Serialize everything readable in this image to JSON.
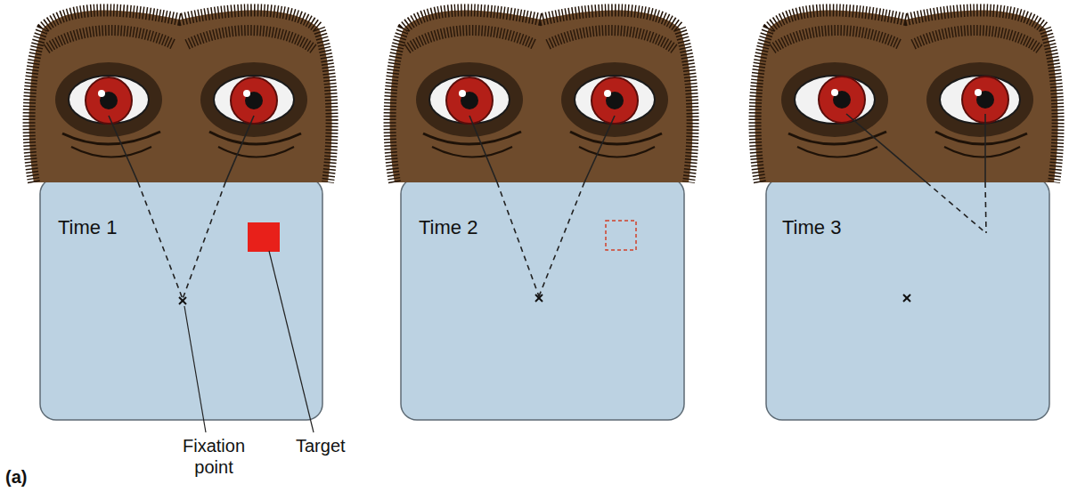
{
  "diagram": {
    "nodes": [
      {
        "text": [
          "Time 1"
        ]
      },
      {
        "text": [
          "Time 2"
        ]
      },
      {
        "text": [
          "Time 3"
        ]
      }
    ],
    "labels": [
      "Fixation point",
      "Target",
      "(a)"
    ]
  }
}
